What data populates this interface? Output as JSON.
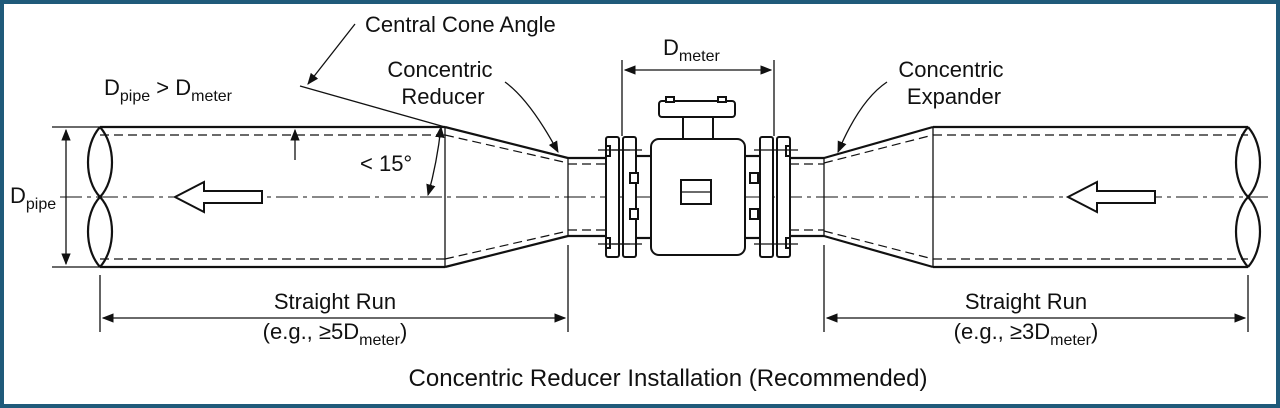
{
  "labels": {
    "central_cone_angle": "Central Cone Angle",
    "d_meter_top_main": "D",
    "d_meter_top_sub": "meter",
    "dpipe_gt_main1": "D",
    "dpipe_gt_sub1": "pipe",
    "dpipe_gt_op": " > D",
    "dpipe_gt_sub2": "meter",
    "concentric_reducer_line1": "Concentric",
    "concentric_reducer_line2": "Reducer",
    "concentric_expander_line1": "Concentric",
    "concentric_expander_line2": "Expander",
    "angle": "< 15°",
    "dpipe_side_main": "D",
    "dpipe_side_sub": "pipe",
    "left_run_title": "Straight Run",
    "left_run_value_main": "(e.g., ≥5D",
    "left_run_value_sub": "meter",
    "left_run_value_end": ")",
    "right_run_title": "Straight Run",
    "right_run_value_main": "(e.g., ≥3D",
    "right_run_value_sub": "meter",
    "right_run_value_end": ")",
    "caption": "Concentric Reducer Installation (Recommended)"
  },
  "colors": {
    "frame_border": "#1f5a7a",
    "line": "#111111",
    "background": "#ffffff"
  }
}
